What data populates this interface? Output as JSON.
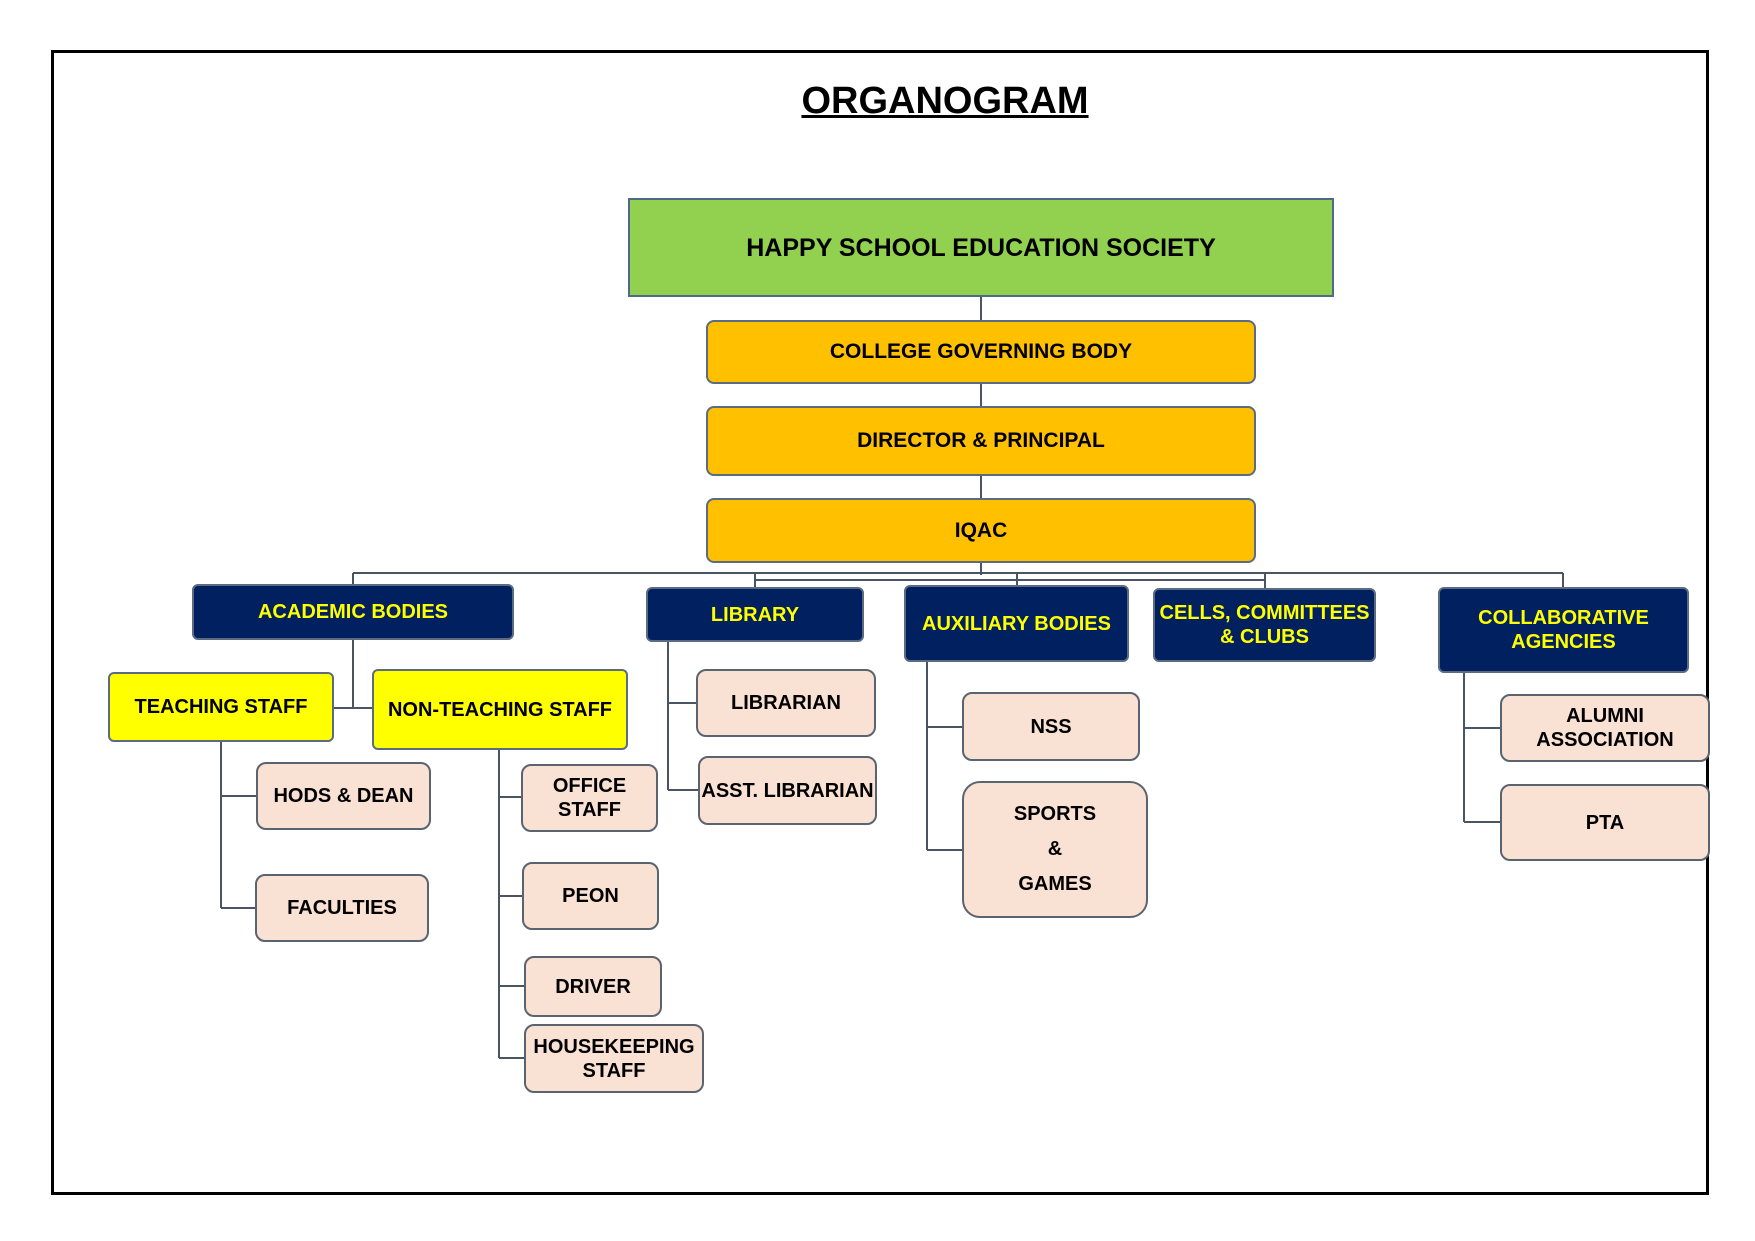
{
  "title": "ORGANOGRAM",
  "nodes": {
    "society": "HAPPY SCHOOL EDUCATION SOCIETY",
    "governing_body": "COLLEGE GOVERNING BODY",
    "director": "DIRECTOR & PRINCIPAL",
    "iqac": "IQAC",
    "academic_bodies": "ACADEMIC BODIES",
    "library": "LIBRARY",
    "auxiliary_bodies": "AUXILIARY BODIES",
    "cells_line1": "CELLS, COMMITTEES",
    "cells_line2": "& CLUBS",
    "collab_line1": "COLLABORATIVE",
    "collab_line2": "AGENCIES",
    "teaching_staff": "TEACHING STAFF",
    "non_teaching_staff": "NON-TEACHING STAFF",
    "hods_dean": "HODS & DEAN",
    "faculties": "FACULTIES",
    "office_line1": "OFFICE",
    "office_line2": "STAFF",
    "peon": "PEON",
    "driver": "DRIVER",
    "housekeeping_line1": "HOUSEKEEPING",
    "housekeeping_line2": "STAFF",
    "librarian": "LIBRARIAN",
    "asst_librarian": "ASST. LIBRARIAN",
    "nss": "NSS",
    "sports_line1": "SPORTS",
    "sports_line2": "&",
    "sports_line3": "GAMES",
    "alumni_line1": "ALUMNI",
    "alumni_line2": "ASSOCIATION",
    "pta": "PTA"
  },
  "colors": {
    "society": "#92d050",
    "leadership": "#ffc000",
    "department": "#002060",
    "department_text": "#ffff00",
    "staff_group": "#ffff00",
    "leaf": "#f9e1d4",
    "connector": "#4a5563"
  }
}
